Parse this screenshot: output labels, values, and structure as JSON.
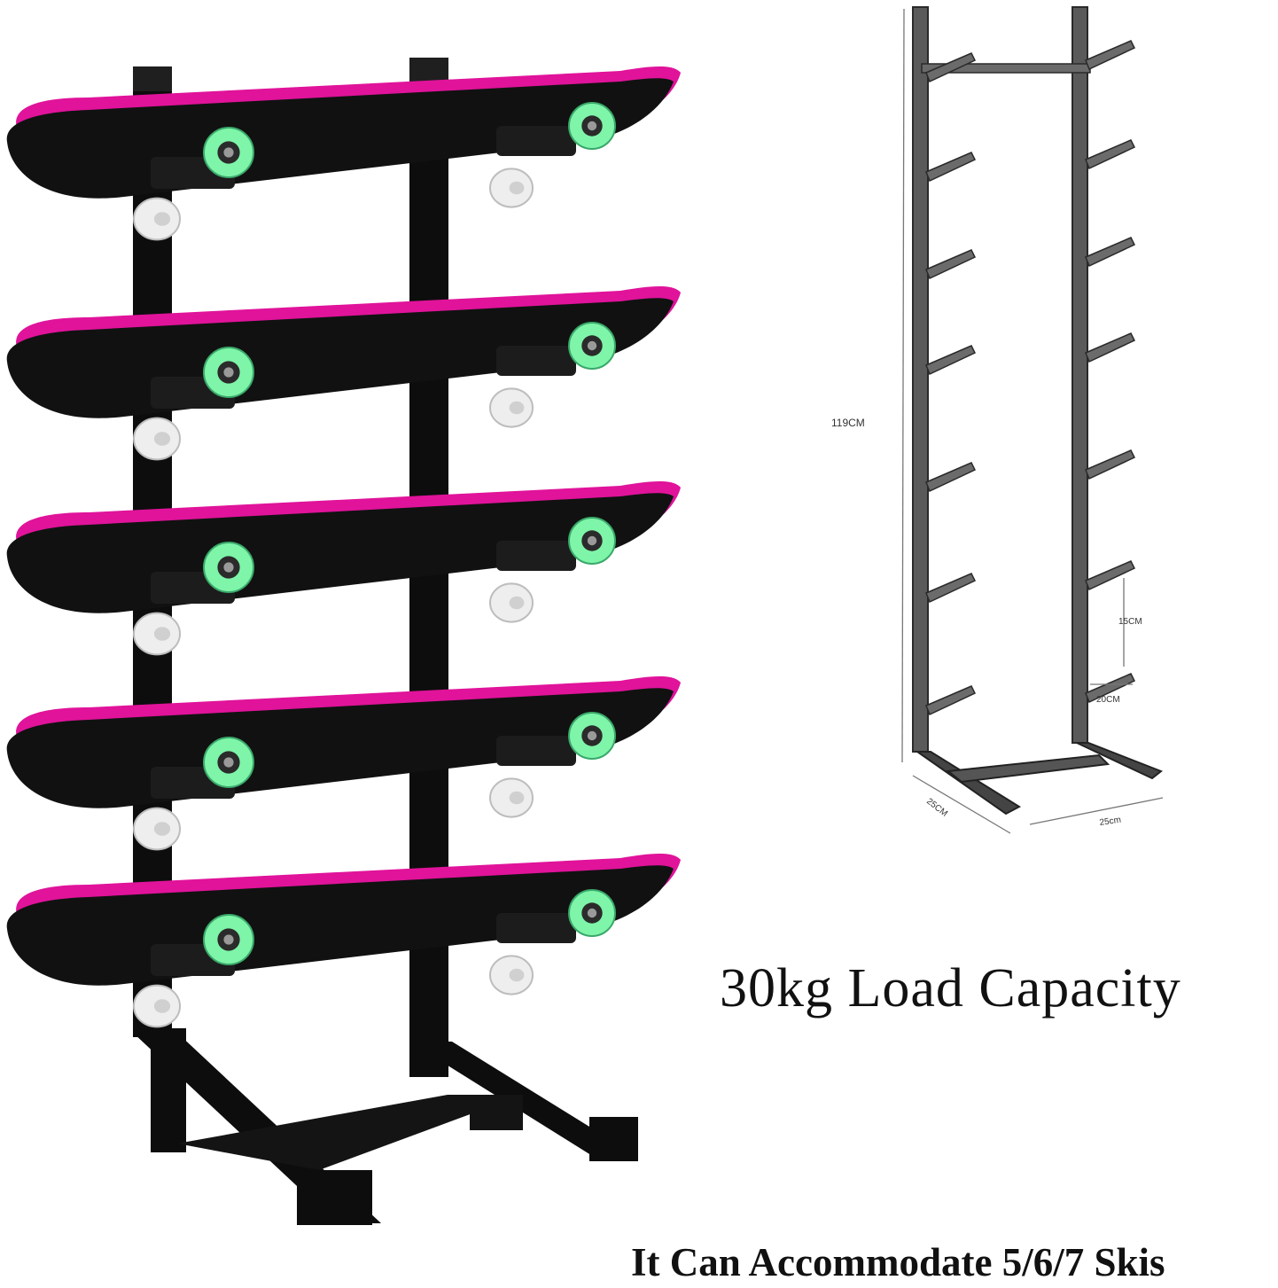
{
  "product": {
    "headline": "30kg Load Capacity",
    "subline": "It Can Accommodate 5/6/7 Skis"
  },
  "diagram": {
    "height_label": "119CM",
    "spacing_label": "15CM",
    "arm_label": "20CM",
    "depth_label": "25CM",
    "width_label": "25cm"
  },
  "photo": {
    "board_count": 5,
    "deck_color": "#111111",
    "rail_color": "#e0139a",
    "wheel_color": "#7ef5a9",
    "frame_color": "#0d0d0d"
  }
}
